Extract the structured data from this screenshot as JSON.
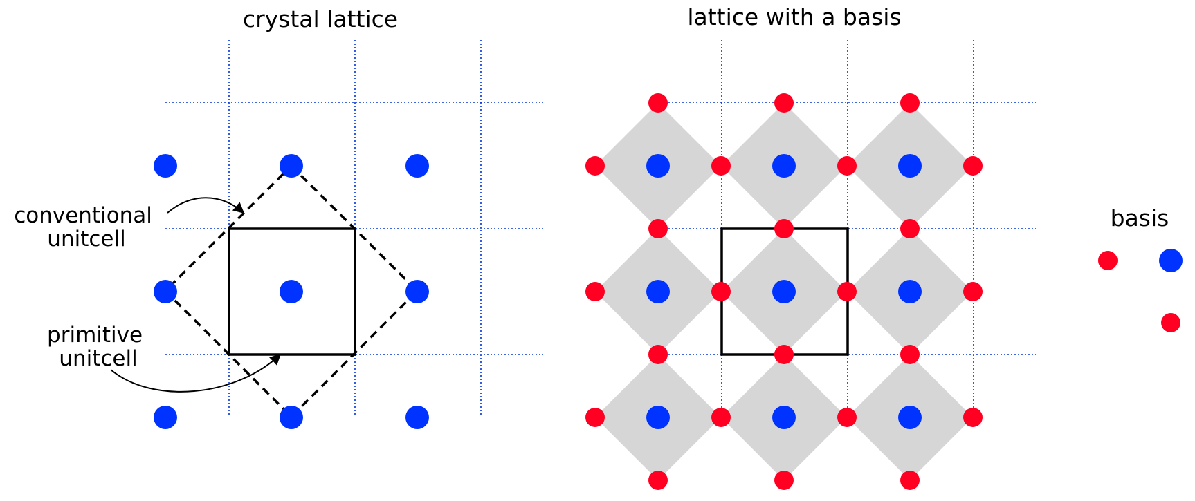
{
  "left_panel": {
    "title": "crystal lattice",
    "label_conventional": [
      "conventional",
      "unitcell"
    ],
    "label_primitive": [
      "primitive",
      "unitcell"
    ]
  },
  "right_panel": {
    "title": "lattice with a basis"
  },
  "basis_panel": {
    "title": "basis"
  },
  "colors": {
    "lattice_atom": "#0033ff",
    "basis_atom": "#ff0022",
    "grid_line": "#0033dd",
    "octahedron_fill": "#d6d6d6",
    "cell_outline": "#000000"
  },
  "lattice": {
    "rows": 3,
    "cols": 3
  }
}
